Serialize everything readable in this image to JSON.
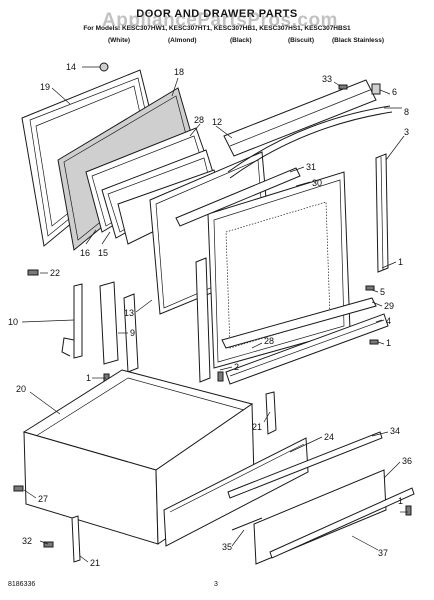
{
  "header": {
    "title": "DOOR AND DRAWER PARTS",
    "models": "For Models: KESC307HW1, KESC307HT1, KESC307HB1, KESC307HS1, KESC307HBS1",
    "finishes": [
      "(White)",
      "(Almond)",
      "(Black)",
      "(Biscuit)",
      "(Black Stainless)"
    ]
  },
  "watermark": "AppliancePartsPros.com",
  "footer": {
    "code": "8186336",
    "page": "3"
  },
  "callouts": [
    "14",
    "19",
    "18",
    "28",
    "12",
    "33",
    "6",
    "8",
    "3",
    "31",
    "30",
    "16",
    "15",
    "22",
    "1",
    "10",
    "9",
    "13",
    "5",
    "29",
    "4",
    "28",
    "1",
    "2",
    "1",
    "20",
    "21",
    "24",
    "34",
    "36",
    "27",
    "1",
    "32",
    "35",
    "21",
    "37"
  ]
}
